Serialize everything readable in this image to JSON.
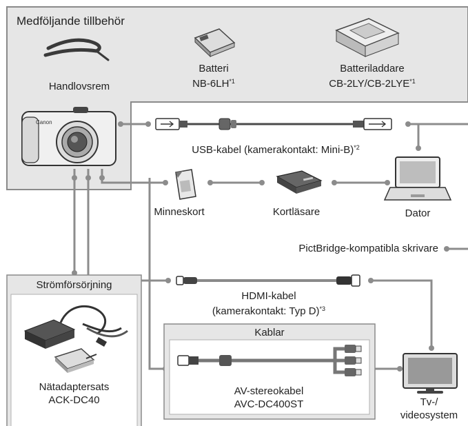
{
  "included_accessories": {
    "title": "Medföljande tillbehör",
    "wrist_strap": "Handlovsrem",
    "battery_line1": "Batteri",
    "battery_line2": "NB-6LH",
    "battery_note": "*1",
    "charger_line1": "Batteriladdare",
    "charger_line2": "CB-2LY/CB-2LYE",
    "charger_note": "*1"
  },
  "usb_cable": {
    "label": "USB-kabel (kamerakontakt: Mini-B)",
    "note": "*2"
  },
  "memory_card": "Minneskort",
  "card_reader": "Kortläsare",
  "computer": "Dator",
  "printers": "PictBridge-kompatibla skrivare",
  "power_supply": {
    "title": "Strömförsörjning",
    "adapter_line1": "Nätadaptersats",
    "adapter_line2": "ACK-DC40"
  },
  "hdmi_cable": {
    "line1": "HDMI-kabel",
    "line2": "(kamerakontakt: Typ D)",
    "note": "*3"
  },
  "cables": {
    "title": "Kablar",
    "av_line1": "AV-stereokabel",
    "av_line2": "AVC-DC400ST"
  },
  "tv": {
    "line1": "Tv-/",
    "line2": "videosystem"
  },
  "colors": {
    "panel_fill": "#e6e6e6",
    "panel_border": "#8a8a8a",
    "line": "#8c8c8c",
    "icon_dark": "#3a3a3a"
  }
}
